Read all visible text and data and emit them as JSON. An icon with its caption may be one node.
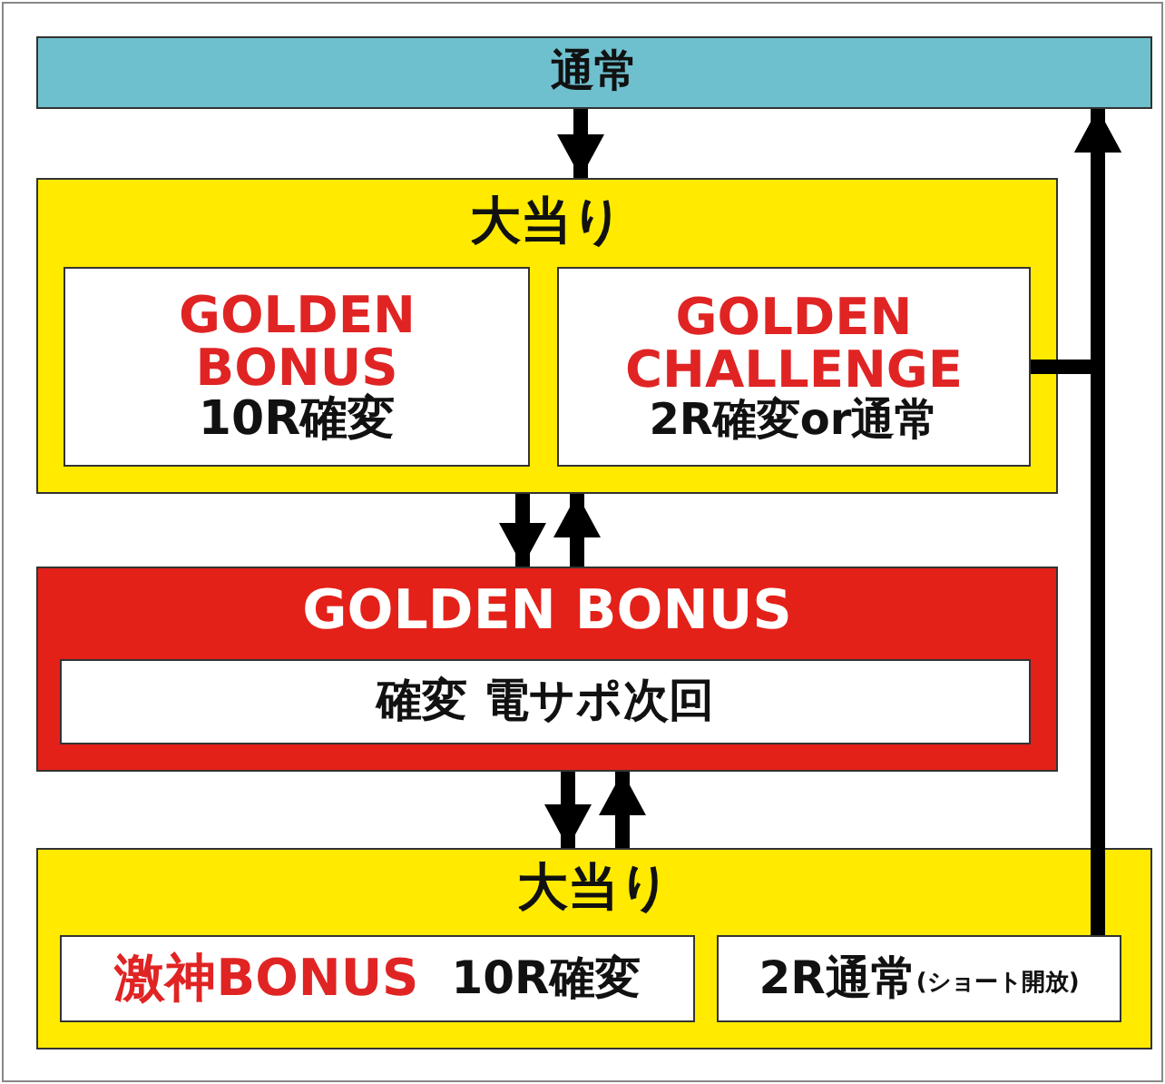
{
  "diagram": {
    "nodes": [
      {
        "text": [
          "通常"
        ]
      },
      {
        "text": [
          "大当り"
        ]
      },
      {
        "text": [
          "GOLDEN BONUS",
          "10R確変"
        ],
        "in": 1
      },
      {
        "text": [
          "GOLDEN CHALLENGE",
          "2R確変or通常"
        ],
        "in": 1
      },
      {
        "text": [
          "GOLDEN BONUS"
        ]
      },
      {
        "text": [
          "確変 電サポ次回"
        ],
        "in": 4
      },
      {
        "text": [
          "大当り"
        ]
      },
      {
        "text": [
          "激神BONUS",
          "10R確変"
        ],
        "in": 6
      },
      {
        "text": [
          "2R通常",
          "(ショート開放)"
        ],
        "in": 6
      }
    ],
    "edges": [
      {
        "from": 0,
        "to": 1,
        "arrow": "to"
      },
      {
        "from": 1,
        "to": 4,
        "arrow": "to"
      },
      {
        "from": 4,
        "to": 1,
        "arrow": "to"
      },
      {
        "from": 4,
        "to": 6,
        "arrow": "to"
      },
      {
        "from": 6,
        "to": 4,
        "arrow": "to"
      },
      {
        "from": 3,
        "to": 0,
        "arrow": "to"
      },
      {
        "from": 8,
        "to": 0,
        "arrow": "to"
      }
    ]
  }
}
